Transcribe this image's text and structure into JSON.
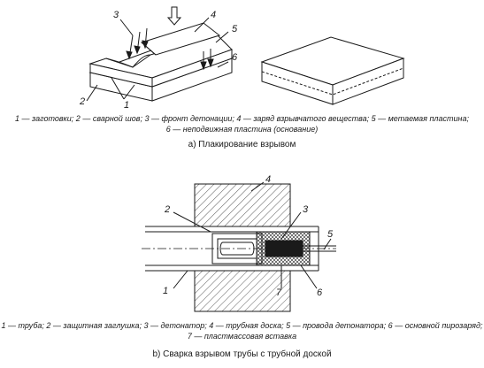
{
  "part_a": {
    "callouts": [
      "3",
      "4",
      "5",
      "6",
      "2",
      "1"
    ],
    "legend_line1": "1 — заготовки; 2 — сварной шов; 3 — фронт детонации; 4 — заряд взрывчатого вещества; 5 — метаемая пластина;",
    "legend_line2": "6 — неподвижная пластина (основание)",
    "caption": "a)  Плакирование взрывом"
  },
  "part_b": {
    "callouts": [
      "4",
      "2",
      "3",
      "5",
      "1",
      "7",
      "6"
    ],
    "legend_line1": "1 — труба; 2 — защитная заглушка; 3 — детонатор; 4 — трубная доска; 5 — провода детонатора; 6 — основной пирозаряд;",
    "legend_line2": "7 — пластмассовая вставка",
    "caption": "b)  Сварка взрывом трубы с трубной доской"
  },
  "colors": {
    "line": "#1a1a1a",
    "background": "#ffffff",
    "charge": "#1a1a1a"
  }
}
